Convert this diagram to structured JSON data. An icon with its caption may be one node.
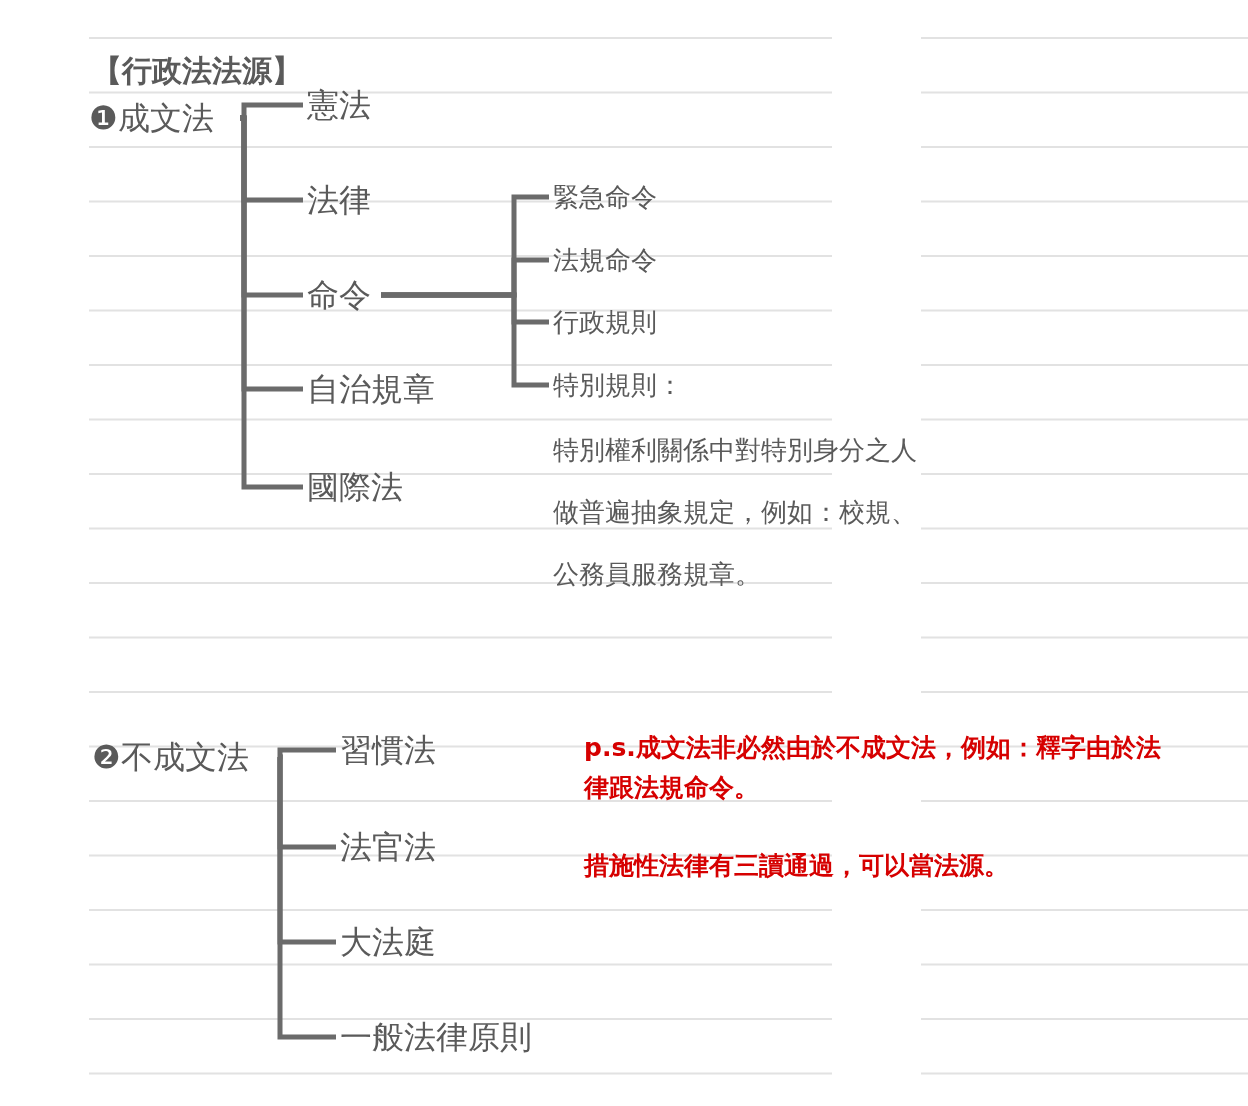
{
  "diagram": {
    "title": "【行政法法源】",
    "nodes": [
      {
        "text": [
          "❶成文法"
        ]
      },
      {
        "text": [
          "憲法"
        ]
      },
      {
        "text": [
          "法律"
        ]
      },
      {
        "text": [
          "命令"
        ]
      },
      {
        "text": [
          "自治規章"
        ]
      },
      {
        "text": [
          "國際法"
        ]
      },
      {
        "text": [
          "緊急命令"
        ]
      },
      {
        "text": [
          "法規命令"
        ]
      },
      {
        "text": [
          "行政規則"
        ]
      },
      {
        "text": [
          "特別規則："
        ],
        "beside": [
          "特別權利關係中對特別身分之人做普遍抽象規定，例如：校規、公務員服務規章。"
        ]
      },
      {
        "text": [
          "❷不成文法"
        ]
      },
      {
        "text": [
          "習慣法"
        ]
      },
      {
        "text": [
          "法官法"
        ]
      },
      {
        "text": [
          "大法庭"
        ]
      },
      {
        "text": [
          "一般法律原則"
        ]
      }
    ],
    "edges": [
      {
        "from": 0,
        "to": 1,
        "arrow": "none"
      },
      {
        "from": 0,
        "to": 2,
        "arrow": "none"
      },
      {
        "from": 0,
        "to": 3,
        "arrow": "none"
      },
      {
        "from": 0,
        "to": 4,
        "arrow": "none"
      },
      {
        "from": 0,
        "to": 5,
        "arrow": "none"
      },
      {
        "from": 3,
        "to": 6,
        "arrow": "none"
      },
      {
        "from": 3,
        "to": 7,
        "arrow": "none"
      },
      {
        "from": 3,
        "to": 8,
        "arrow": "none"
      },
      {
        "from": 3,
        "to": 9,
        "arrow": "none"
      },
      {
        "from": 10,
        "to": 11,
        "arrow": "none"
      },
      {
        "from": 10,
        "to": 12,
        "arrow": "none"
      },
      {
        "from": 10,
        "to": 13,
        "arrow": "none"
      },
      {
        "from": 10,
        "to": 14,
        "arrow": "none"
      }
    ],
    "labels": [
      "p.s.成文法非必然由於不成文法，例如：釋字由於法律跟法規命令。",
      "措施性法律有三讀通過，可以當法源。"
    ]
  }
}
